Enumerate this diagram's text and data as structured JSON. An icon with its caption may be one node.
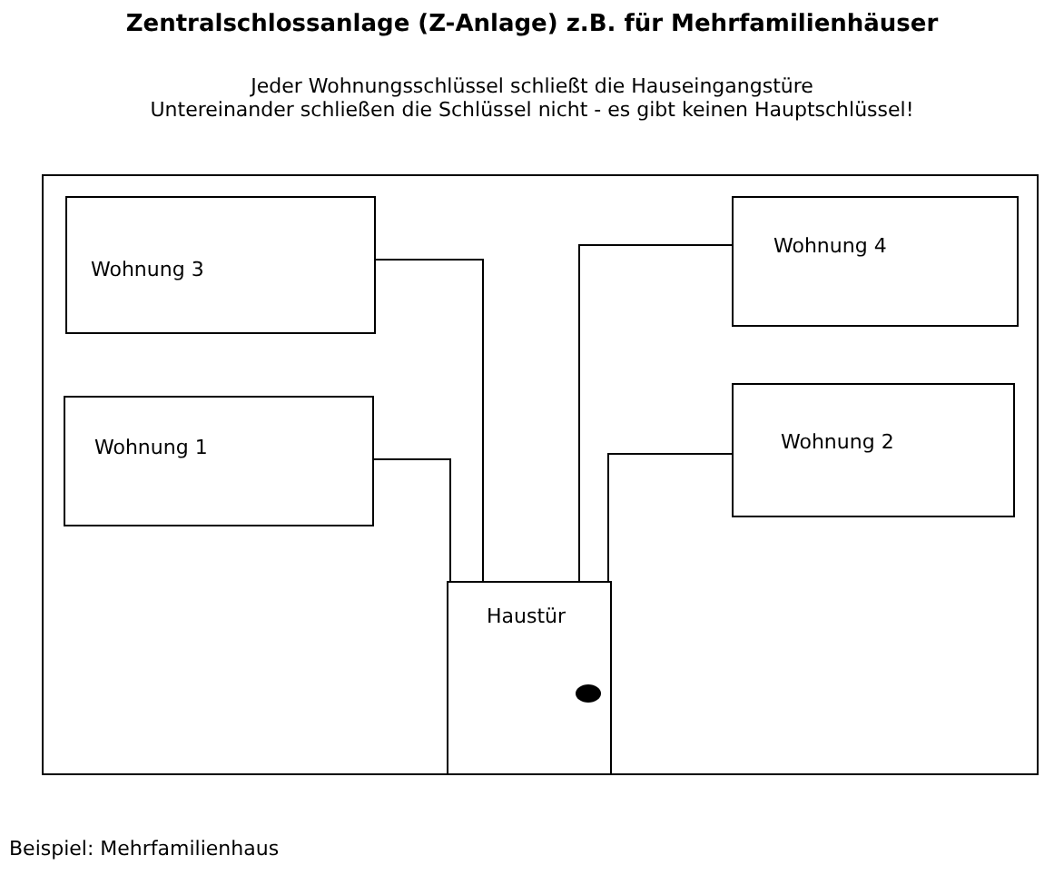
{
  "diagram": {
    "title": "Zentralschlossanlage (Z-Anlage) z.B. für Mehrfamilienhäuser",
    "nodes": [
      {
        "text": [],
        "shape": "box"
      },
      {
        "text": [
          "Wohnung 3"
        ],
        "in": 0
      },
      {
        "text": [
          "Wohnung 4"
        ],
        "in": 0
      },
      {
        "text": [
          "Wohnung 1"
        ],
        "in": 0
      },
      {
        "text": [
          "Wohnung 2"
        ],
        "in": 0
      },
      {
        "text": [
          "Haustür"
        ],
        "in": 0
      }
    ],
    "edges": [
      {
        "from": 1,
        "to": 5,
        "arrow": "none"
      },
      {
        "from": 3,
        "to": 5,
        "arrow": "none"
      },
      {
        "from": 2,
        "to": 5,
        "arrow": "none"
      },
      {
        "from": 4,
        "to": 5,
        "arrow": "none"
      }
    ],
    "labels": [
      "Jeder Wohnungsschlüssel schließt die Hauseingangstüre",
      "Untereinander schließen die Schlüssel nicht - es gibt keinen Hauptschlüssel!",
      "Beispiel: Mehrfamilienhaus"
    ]
  }
}
